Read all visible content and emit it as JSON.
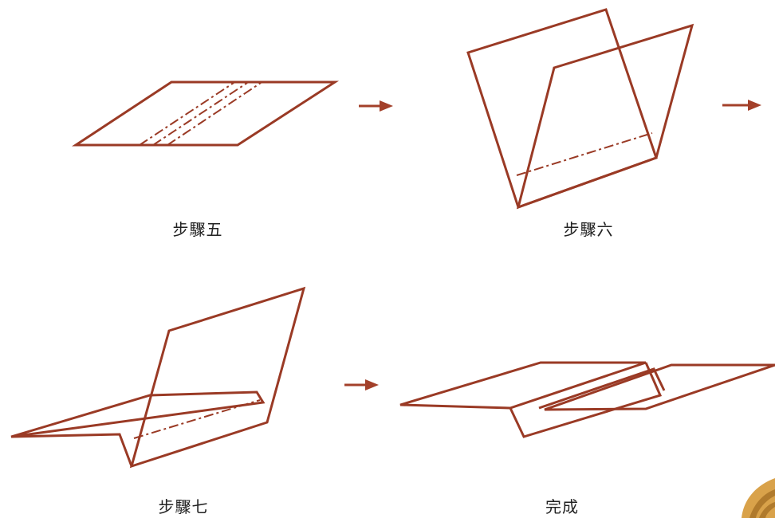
{
  "colors": {
    "line": "#9a3a25",
    "arrow": "#a3402a"
  },
  "steps": [
    {
      "label": "步驟五"
    },
    {
      "label": "步驟六"
    },
    {
      "label": "步驟七"
    },
    {
      "label": "完成"
    }
  ],
  "icons": [
    "arrow-right-icon",
    "lion-mane-decoration"
  ]
}
